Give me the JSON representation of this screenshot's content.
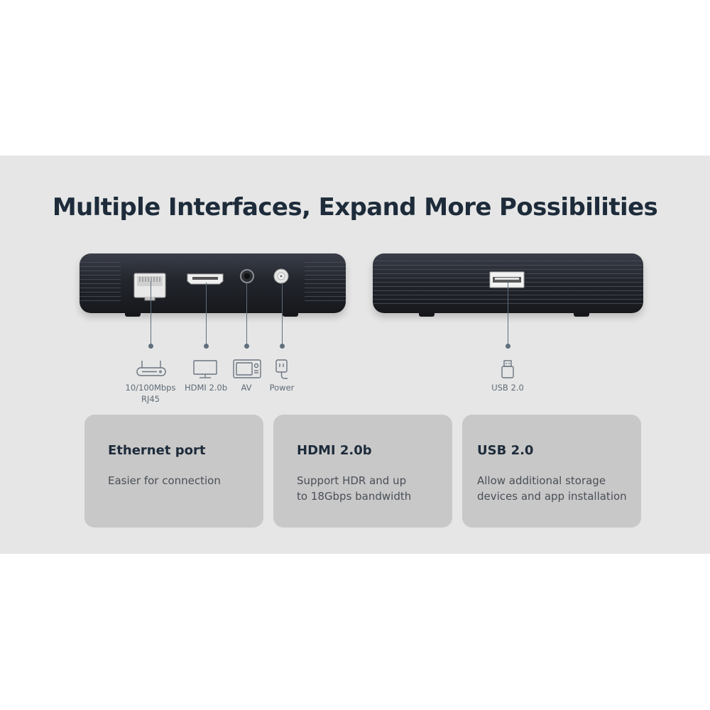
{
  "headline": "Multiple Interfaces, Expand More Possibilities",
  "colors": {
    "band": "#e6e6e6",
    "headline": "#1d2b3a",
    "card": "#c8c8c8",
    "callout": "#5f6f7d",
    "device": "#23262d"
  },
  "interfaces_front": [
    {
      "icon": "router-icon",
      "label_line1": "10/100Mbps",
      "label_line2": "RJ45"
    },
    {
      "icon": "monitor-icon",
      "label_line1": "HDMI 2.0b"
    },
    {
      "icon": "tv-icon",
      "label_line1": "AV"
    },
    {
      "icon": "power-plug-icon",
      "label_line1": "Power"
    }
  ],
  "interfaces_side": [
    {
      "icon": "usb-drive-icon",
      "label_line1": "USB 2.0"
    }
  ],
  "cards": [
    {
      "title": "Ethernet port",
      "desc": "Easier for connection"
    },
    {
      "title": "HDMI 2.0b",
      "desc": "Support HDR and up to 18Gbps bandwidth"
    },
    {
      "title": "USB 2.0",
      "desc": "Allow additional storage devices and app installation"
    }
  ]
}
